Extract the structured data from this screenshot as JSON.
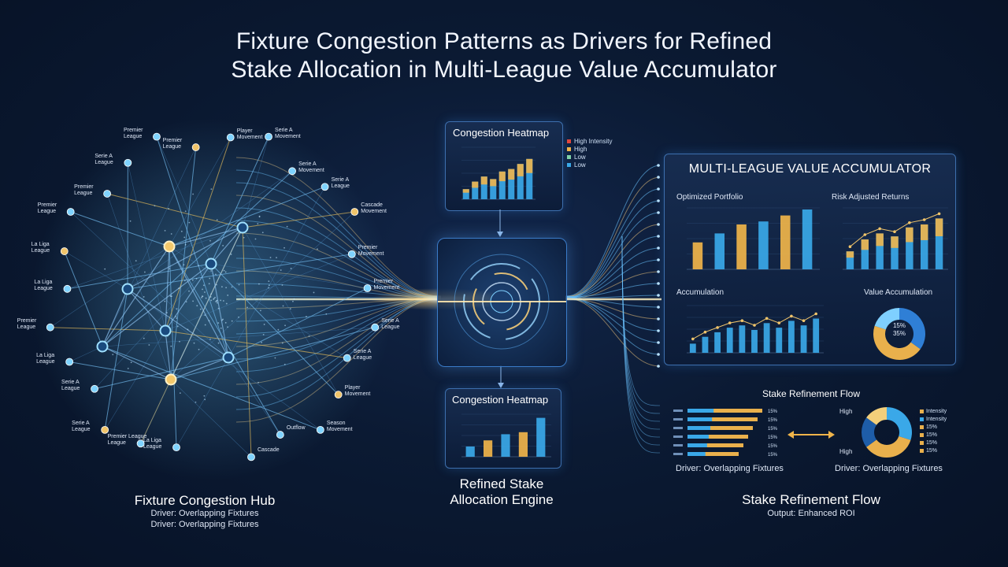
{
  "title": {
    "line1": "Fixture Congestion Patterns as Drivers for Refined",
    "line2": "Stake Allocation in Multi-League Value Accumulator"
  },
  "hub": {
    "caption": "Fixture Congestion Hub",
    "driver1": "Driver: Overlapping Fixtures",
    "driver2": "Driver: Overlapping Fixtures",
    "node_labels": [
      "La Liga\nLeague",
      "Premier League\nLeague",
      "Serie A\nLeague",
      "Serie A\nLeague",
      "La Liga\nLeague",
      "Premier\nLeague",
      "La Liga\nLeague",
      "La Liga\nLeague",
      "Premier\nLeague",
      "Premier\nLeague",
      "Serie A\nLeague",
      "Premier\nLeague",
      "Premier\nLeague",
      "Player\nMovement",
      "Serie A\nMovement",
      "Serie A\nMovement",
      "Serie A\nLeague",
      "Cascade\nMovement",
      "Premier\nMovement",
      "Premier\nMovement",
      "Serie A\nLeague",
      "Serie A\nLeague",
      "Player\nMovement",
      "Season\nMovement",
      "Outflow",
      "Cascade"
    ]
  },
  "heatmap_top": {
    "title": "Congestion Heatmap",
    "legend": [
      {
        "label": "High Intensity",
        "color": "#e0463c"
      },
      {
        "label": "High",
        "color": "#f0b44a"
      },
      {
        "label": "Low",
        "color": "#7fd1a8"
      },
      {
        "label": "Low",
        "color": "#3aa8e8"
      }
    ]
  },
  "heatmap_bottom": {
    "title": "Congestion Heatmap"
  },
  "engine": {
    "caption_line1": "Refined Stake",
    "caption_line2": "Allocation Engine"
  },
  "accumulator": {
    "title": "MULTI-LEAGUE VALUE ACCUMULATOR",
    "optimized_portfolio": "Optimized Portfolio",
    "risk_adjusted": "Risk Adjusted Returns",
    "accumulation": "Accumulation",
    "value_accumulation": "Value Accumulation",
    "donut_text1": "15%",
    "donut_text2": "35%"
  },
  "stake_flow": {
    "title": "Stake Refinement Flow",
    "bar_pcts": [
      "15%",
      "15%",
      "15%",
      "15%",
      "15%",
      "15%"
    ],
    "high_label": "High",
    "low_label": "High",
    "legend": [
      "Intensity",
      "Intensity",
      "15%",
      "15%",
      "15%",
      "15%"
    ],
    "driver_left": "Driver: Overlapping Fixtures",
    "driver_right": "Driver: Overlapping Fixtures",
    "caption": "Stake Refinement Flow",
    "output": "Output: Enhanced ROI"
  },
  "colors": {
    "blue": "#3aa8e8",
    "gold": "#f0b44a",
    "cyan": "#7fe0ff",
    "panel_border": "#3d6fae"
  },
  "chart_data": [
    {
      "type": "bar",
      "title": "Congestion Heatmap",
      "series": [
        {
          "name": "",
          "values": [
            20,
            35,
            45,
            40,
            55,
            60,
            70,
            80
          ]
        }
      ]
    },
    {
      "type": "bar",
      "title": "Congestion Heatmap",
      "series": [
        {
          "name": "",
          "values": [
            25,
            40,
            55,
            60,
            95
          ]
        }
      ]
    },
    {
      "type": "bar",
      "title": "Optimized Portfolio",
      "series": [
        {
          "name": "",
          "values": [
            45,
            60,
            75,
            80,
            90,
            100
          ]
        }
      ]
    },
    {
      "type": "bar",
      "title": "Risk Adjusted Returns",
      "series": [
        {
          "name": "",
          "values": [
            30,
            50,
            60,
            55,
            70,
            75,
            85
          ]
        }
      ]
    },
    {
      "type": "bar",
      "title": "Accumulation",
      "series": [
        {
          "name": "",
          "values": [
            20,
            35,
            45,
            55,
            60,
            50,
            65,
            55,
            70,
            60,
            75
          ]
        }
      ]
    },
    {
      "type": "pie",
      "title": "Value Accumulation",
      "values": [
        35,
        45,
        20
      ]
    },
    {
      "type": "pie",
      "title": "",
      "values": [
        30,
        35,
        20,
        15
      ]
    }
  ]
}
